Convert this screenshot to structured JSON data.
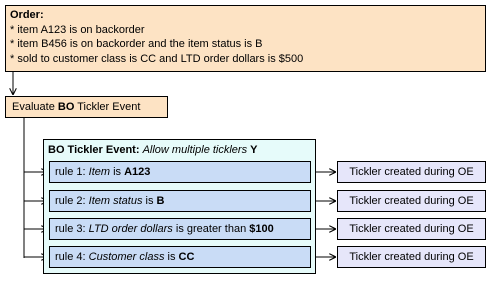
{
  "order": {
    "title": "Order:",
    "lines": [
      "* item A123 is on backorder",
      "* item B456 is on backorder and the item status is B",
      "* sold to customer class is CC and LTD order dollars is $500"
    ]
  },
  "evaluate": {
    "prefix": "Evaluate ",
    "bold": "BO",
    "suffix": " Tickler Event"
  },
  "bo_event": {
    "title_bold": "BO Tickler Event:",
    "title_italic": "Allow multiple ticklers",
    "title_value": "Y"
  },
  "rules": [
    {
      "prefix": "rule 1: ",
      "criterion": "Item",
      "op": " is ",
      "value": "A123"
    },
    {
      "prefix": "rule 2: ",
      "criterion": "Item status",
      "op": " is ",
      "value": "B"
    },
    {
      "prefix": "rule 3: ",
      "criterion": "LTD order dollars",
      "op": " is greater than ",
      "value": "$100"
    },
    {
      "prefix": "rule 4: ",
      "criterion": "Customer class",
      "op": " is ",
      "value": "CC"
    }
  ],
  "ticklers": [
    "Tickler created during OE",
    "Tickler created during OE",
    "Tickler created during OE",
    "Tickler created during OE"
  ],
  "colors": {
    "order_fill": "#fde3c4",
    "bo_event_fill": "#e6fbfa",
    "rule_fill": "#c9dcf6",
    "tickler_fill": "#e6e6fa"
  }
}
